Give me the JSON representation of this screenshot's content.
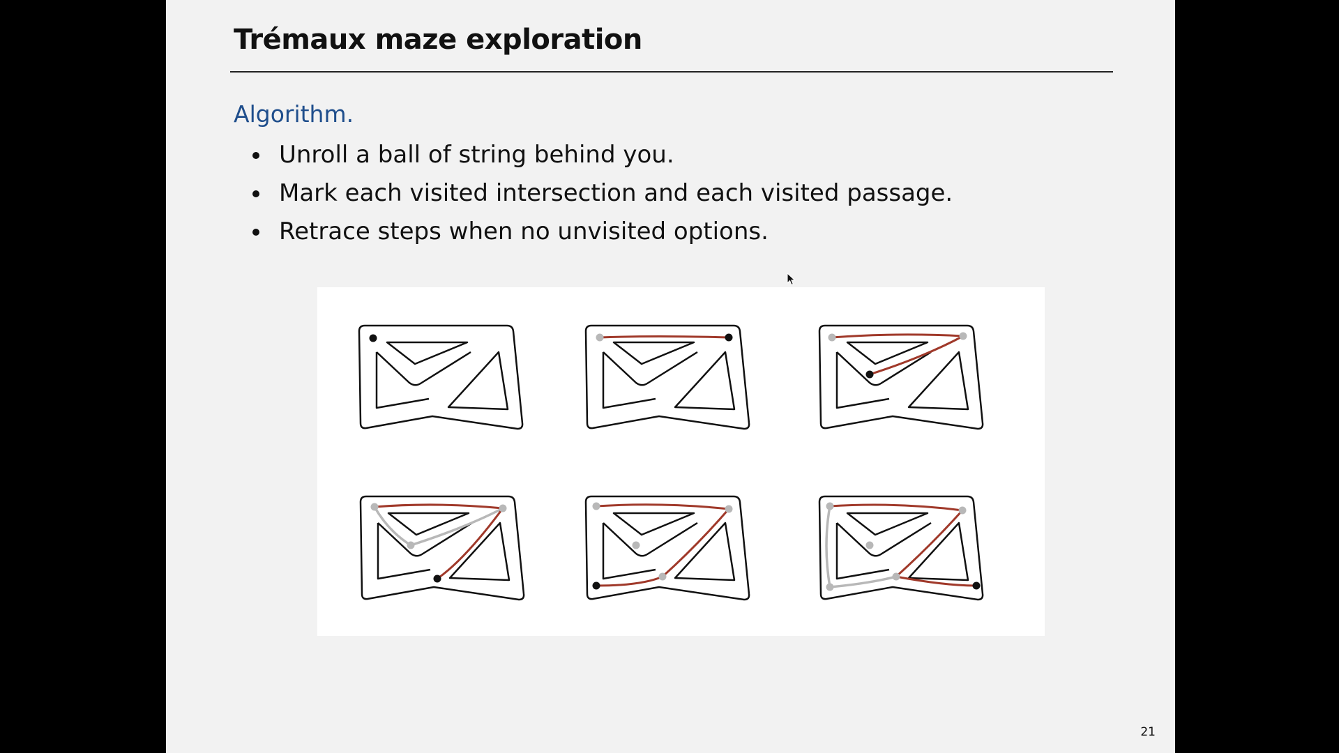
{
  "slide": {
    "title": "Trémaux maze exploration",
    "heading": "Algorithm.",
    "bullets": [
      "Unroll a ball of string behind you.",
      "Mark each visited intersection and each visited passage.",
      "Retrace steps when no unvisited options."
    ],
    "page_number": "21"
  },
  "figure": {
    "panel_count": 6,
    "colors": {
      "maze_wall": "#111111",
      "string_red": "#a0392a",
      "visited_gray": "#b8b8b8",
      "current_black": "#111111",
      "background": "#ffffff"
    }
  },
  "colors": {
    "heading_blue": "#1f4e8c",
    "slide_bg": "#f2f2f2",
    "frame_bg": "#000000"
  },
  "icons": {
    "cursor": "mouse-pointer-icon"
  }
}
